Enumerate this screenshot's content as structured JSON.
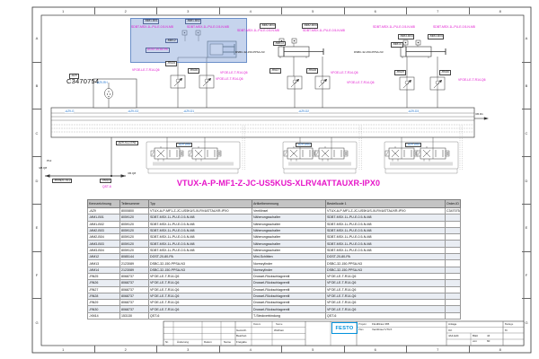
{
  "frame": {
    "cols": [
      "1",
      "2",
      "3",
      "4",
      "5",
      "6",
      "7",
      "8"
    ],
    "rows": [
      "A",
      "B",
      "C",
      "D",
      "E",
      "F",
      "G"
    ]
  },
  "product_title": "VTUX-A-P-MF1-Z-JC-US5KUS-XLRV4ATTAUXR-IPX0",
  "colors": {
    "magenta": "#e613c8",
    "blue_label": "#2b7cd3",
    "selection_highlight": "#80a0d7",
    "festo_blue": "#0091dc"
  },
  "schematic": {
    "order_id": "C3470754",
    "sdbt": "SDBT-MSX-1L-PU-E-0.5-N-M8",
    "vfoe": "VFOE-LE-T-R14-Q6",
    "dsbc": "DSBC-32-150-PPSA-N3",
    "dgst": "DGST-20-80-PA",
    "qst": "QST-6",
    "labels": {
      "az9": "-AZ9",
      "azrh": "-AZ9-RH",
      "mm1b01": "-MM1-B01",
      "mm1b02": "-MM1-B02",
      "mm12": "-MM12",
      "mm2b03": "-MM2-B03",
      "mm2b04": "-MM2-B04",
      "mm13": "-MM13",
      "mm3b03": "-MM3-B03",
      "mm3b04": "-MM3-B04",
      "mm14": "-MM14",
      "rn25": "-RN25",
      "rn26": "-RN26",
      "rn27": "-RN27",
      "rn28": "-RN28",
      "rn29": "-RN29",
      "rn30": "-RN30",
      "azg": "-AZ9-G",
      "azg2": "-AZ9-G2",
      "azd1": "-AZ9-D1",
      "azd2": "-AZ9-D2",
      "azd3": "-AZ9-D3",
      "azdm1": "-AZ9-DM1",
      "azdm2": "-AZ9-DM2",
      "azdm3": "-AZ9-DM3",
      "azxl2": "-AZ9-XL2-EN1",
      "rvw": "-RVW21-XL2",
      "xm14": "-XM14",
      "p12": "P12",
      "ref28": "/28.Q8",
      "ref45q": "/45.Q8",
      "ref45d": "/45.D1"
    }
  },
  "table": {
    "headers": [
      "Kennzeichnung",
      "Teilenummer",
      "Typ",
      "Artikelbenennung",
      "Bestellcode 1",
      "Order-ID"
    ],
    "rows": [
      [
        "-AZ9",
        "8000800",
        "VTUX-A-P-MF1-Z-JC-US5KUS-XLRV4ATTAUXR-IPX0",
        "Ventilinsel",
        "VTUX-A-P-MF1-Z-JC-US5KUS-XLRV4ATTAUXR-IPX0",
        "C3470754"
      ],
      [
        "-MM1-B01",
        "8059120",
        "SDBT-MSX-1L-PU-E-0.5-N-M8",
        "Näherungsschalter",
        "SDBT-MSX-1L-PU-E-0.5-N-M8",
        ""
      ],
      [
        "-MM1-B02",
        "8059120",
        "SDBT-MSX-1L-PU-E-0.5-N-M8",
        "Näherungsschalter",
        "SDBT-MSX-1L-PU-E-0.5-N-M8",
        ""
      ],
      [
        "-MM2-B03",
        "8059120",
        "SDBT-MSX-1L-PU-E-0.5-N-M8",
        "Näherungsschalter",
        "SDBT-MSX-1L-PU-E-0.5-N-M8",
        ""
      ],
      [
        "-MM2-B04",
        "8059120",
        "SDBT-MSX-1L-PU-E-0.5-N-M8",
        "Näherungsschalter",
        "SDBT-MSX-1L-PU-E-0.5-N-M8",
        ""
      ],
      [
        "-MM3-B03",
        "8059120",
        "SDBT-MSX-1L-PU-E-0.5-N-M8",
        "Näherungsschalter",
        "SDBT-MSX-1L-PU-E-0.5-N-M8",
        ""
      ],
      [
        "-MM3-B04",
        "8059120",
        "SDBT-MSX-1L-PU-E-0.5-N-M8",
        "Näherungsschalter",
        "SDBT-MSX-1L-PU-E-0.5-N-M8",
        ""
      ],
      [
        "-MM12",
        "8085144",
        "DGST-20-80-PA",
        "Mini-Schlitten",
        "DGST-20-80-PA",
        ""
      ],
      [
        "-MM13",
        "2123089",
        "DSBC-32-150-PPSA-N3",
        "Normzylinder",
        "DSBC-32-150-PPSA-N3",
        ""
      ],
      [
        "-MM14",
        "2123089",
        "DSBC-32-150-PPSA-N3",
        "Normzylinder",
        "DSBC-32-150-PPSA-N3",
        ""
      ],
      [
        "-RN25",
        "8068737",
        "VFOE-LE-T-R14-Q6",
        "Drossel-Rückschlagventil",
        "VFOE-LE-T-R14-Q6",
        ""
      ],
      [
        "-RN26",
        "8068737",
        "VFOE-LE-T-R14-Q6",
        "Drossel-Rückschlagventil",
        "VFOE-LE-T-R14-Q6",
        ""
      ],
      [
        "-RN27",
        "8068737",
        "VFOE-LE-T-R14-Q6",
        "Drossel-Rückschlagventil",
        "VFOE-LE-T-R14-Q6",
        ""
      ],
      [
        "-RN28",
        "8068737",
        "VFOE-LE-T-R14-Q6",
        "Drossel-Rückschlagventil",
        "VFOE-LE-T-R14-Q6",
        ""
      ],
      [
        "-RN29",
        "8068737",
        "VFOE-LE-T-R14-Q6",
        "Drossel-Rückschlagventil",
        "VFOE-LE-T-R14-Q6",
        ""
      ],
      [
        "-RN30",
        "8068737",
        "VFOE-LE-T-R14-Q6",
        "Drossel-Rückschlagventil",
        "VFOE-LE-T-R14-Q6",
        ""
      ],
      [
        "-XM14",
        "153130",
        "QST-6",
        "T-Steckverbindung",
        "QST-6",
        ""
      ]
    ]
  },
  "titleblock": {
    "logo": "FESTO",
    "projekt_label": "Projekt",
    "projekt": "FluidDraw 365",
    "plan_label": "Plan",
    "plan": "Ventilinsel VTUX",
    "datum_label": "Datum",
    "name_label": "Name",
    "gezeich_label": "Gezeich.",
    "gezeich_name": "Wolfram",
    "bearbeit_label": "Bearbeit.",
    "freigabe_label": "Freigabe",
    "nr_label": "Nr.",
    "aenderung_label": "Änderung",
    "datum2_label": "Datum",
    "name2_label": "Name",
    "anlage_label": "Anlage",
    "ort_label": "Ort",
    "edit_field": "4A4-Edit",
    "blatt_label": "Blatt",
    "blatt": "44",
    "von_label": "von",
    "von": "60",
    "beilage_label": "Beilage",
    "bl_label": "Bl."
  }
}
